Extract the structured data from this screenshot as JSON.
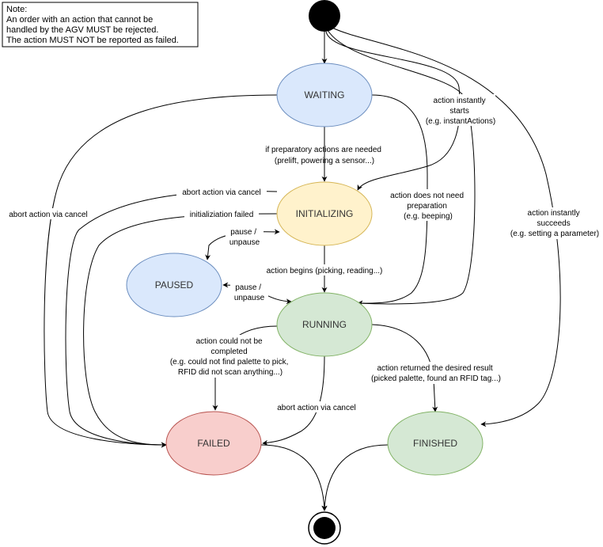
{
  "note": {
    "lines": [
      "Note:",
      "An order with an action that cannot be",
      "handled by the AGV MUST be rejected.",
      "The action MUST NOT be reported as failed."
    ]
  },
  "states": {
    "waiting": "WAITING",
    "initializing": "INITIALIZING",
    "paused": "PAUSED",
    "running": "RUNNING",
    "failed": "FAILED",
    "finished": "FINISHED"
  },
  "colors": {
    "waiting_fill": "#dae8fc",
    "waiting_stroke": "#6c8ebf",
    "initializing_fill": "#fff2cc",
    "initializing_stroke": "#d6b656",
    "paused_fill": "#dae8fc",
    "paused_stroke": "#6c8ebf",
    "running_fill": "#d5e8d4",
    "running_stroke": "#82b366",
    "failed_fill": "#f8cecc",
    "failed_stroke": "#b85450",
    "finished_fill": "#d5e8d4",
    "finished_stroke": "#82b366"
  },
  "edges": {
    "preparatory": [
      "if preparatory actions are needed",
      "(prelift, powering a sensor...)"
    ],
    "instantly_starts": [
      "action instantly",
      "starts",
      "(e.g. instantActions)"
    ],
    "abort_waiting": [
      "abort action via cancel"
    ],
    "abort_initializing": [
      "abort action via cancel"
    ],
    "init_failed": [
      "initializiation failed"
    ],
    "no_preparation": [
      "action does not need",
      "preparation",
      "(e.g. beeping)"
    ],
    "instantly_succeeds": [
      "action instantly",
      "succeeds",
      "(e.g. setting a parameter)"
    ],
    "pause_init": [
      "pause /",
      "unpause"
    ],
    "action_begins": [
      "action begins (picking, reading...)"
    ],
    "pause_running": [
      "pause /",
      "unpause"
    ],
    "could_not_complete": [
      "action could not be",
      "completed",
      "(e.g. could not find palette to pick,",
      "RFID did not scan anything...)"
    ],
    "abort_running": [
      "abort action via cancel"
    ],
    "returned_result": [
      "action returned the desired result",
      "(picked palette, found an RFID tag...)"
    ]
  }
}
